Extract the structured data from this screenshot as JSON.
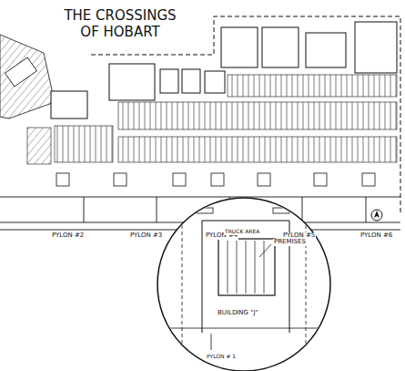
{
  "diagram": {
    "title": "THE CROSSINGS OF HOBART",
    "labels": [
      "PYLON #2",
      "PYLON #3",
      "PYLON #4",
      "PYLON #5",
      "PYLON #6",
      "TRUCK AREA",
      "PREMISES",
      "BUILDING \"J\"",
      "PYLON # 1"
    ]
  }
}
